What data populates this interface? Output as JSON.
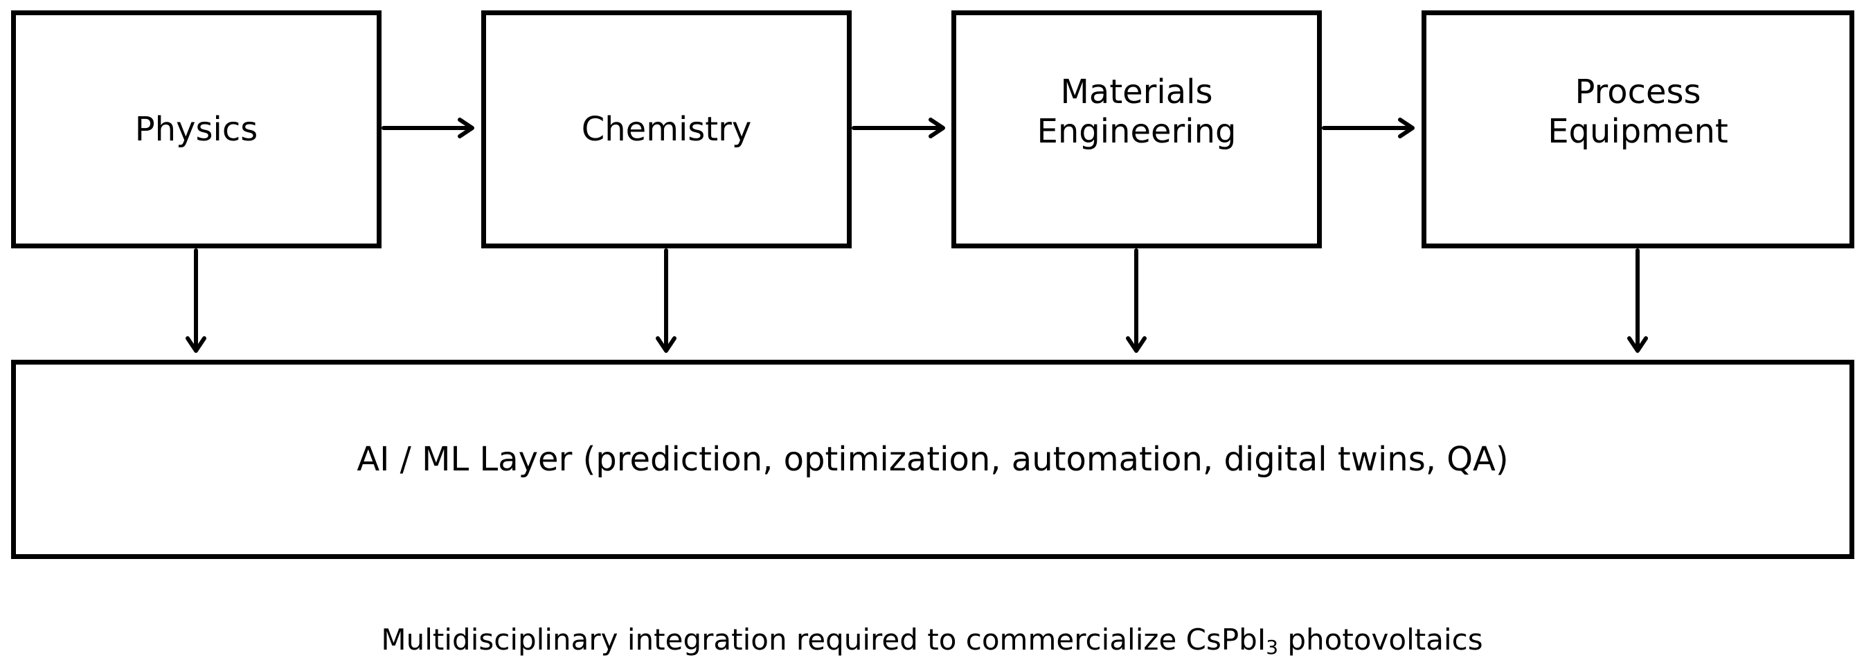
{
  "diagram": {
    "boxes": [
      {
        "id": "physics",
        "label": "Physics"
      },
      {
        "id": "chemistry",
        "label": "Chemistry"
      },
      {
        "id": "materials",
        "label": "Materials\nEngineering"
      },
      {
        "id": "process",
        "label": "Process\nEquipment"
      }
    ],
    "ai_layer": {
      "label": "AI / ML Layer (prediction, optimization, automation, digital twins, QA)"
    },
    "caption": {
      "prefix": "Multidisciplinary integration required to commercialize CsPbI",
      "subscript": "3",
      "suffix": " photovoltaics"
    },
    "line_color": "#000000"
  }
}
